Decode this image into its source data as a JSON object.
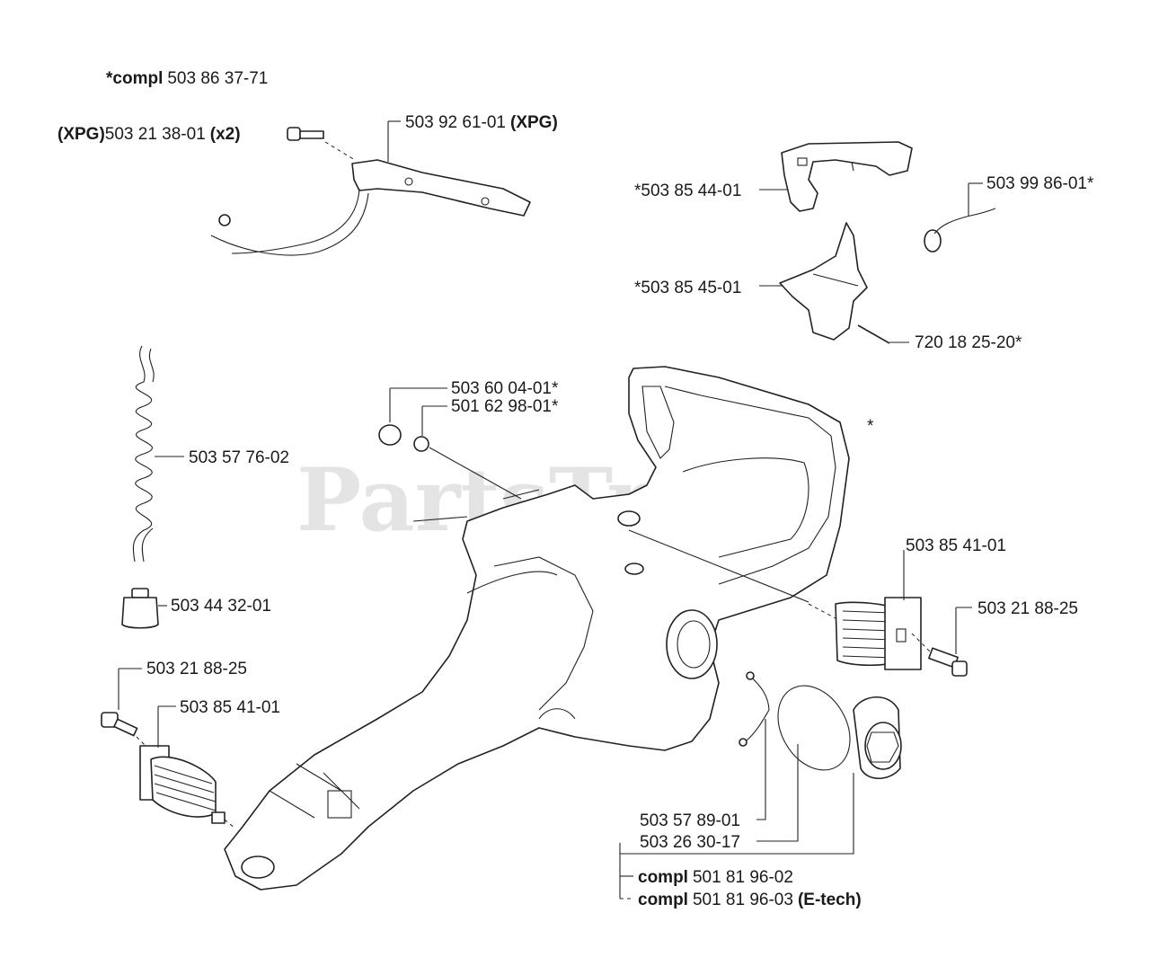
{
  "watermark": "PartsTree",
  "labels": {
    "compl_top_bold": "*compl",
    "compl_top_num": "503 86 37-71",
    "screw_xpg_a": "(XPG)",
    "screw_xpg_num": "503 21 38-01",
    "screw_xpg_x2": "(x2)",
    "bracket_num": "503 92 61-01",
    "bracket_xpg": "(XPG)",
    "trigger": "*503 85 44-01",
    "spring_small": "503 99 86-01*",
    "throttle_lock": "*503 85 45-01",
    "pin": "720 18 25-20*",
    "plug1": "503 60 04-01*",
    "plug2": "501 62 98-01*",
    "star": "*",
    "hose": "503 57 76-02",
    "filter": "503 44 32-01",
    "av_right": "503 85 41-01",
    "screw_right": "503 21 88-25",
    "screw_left": "503 21 88-25",
    "av_left": "503 85 41-01",
    "cable": "503 57 89-01",
    "oring": "503 26 30-17",
    "compl1_bold": "compl",
    "compl1_num": "501 81 96-02",
    "compl2_bold": "compl",
    "compl2_num": "501 81 96-03",
    "compl2_etech": "(E-tech)"
  }
}
